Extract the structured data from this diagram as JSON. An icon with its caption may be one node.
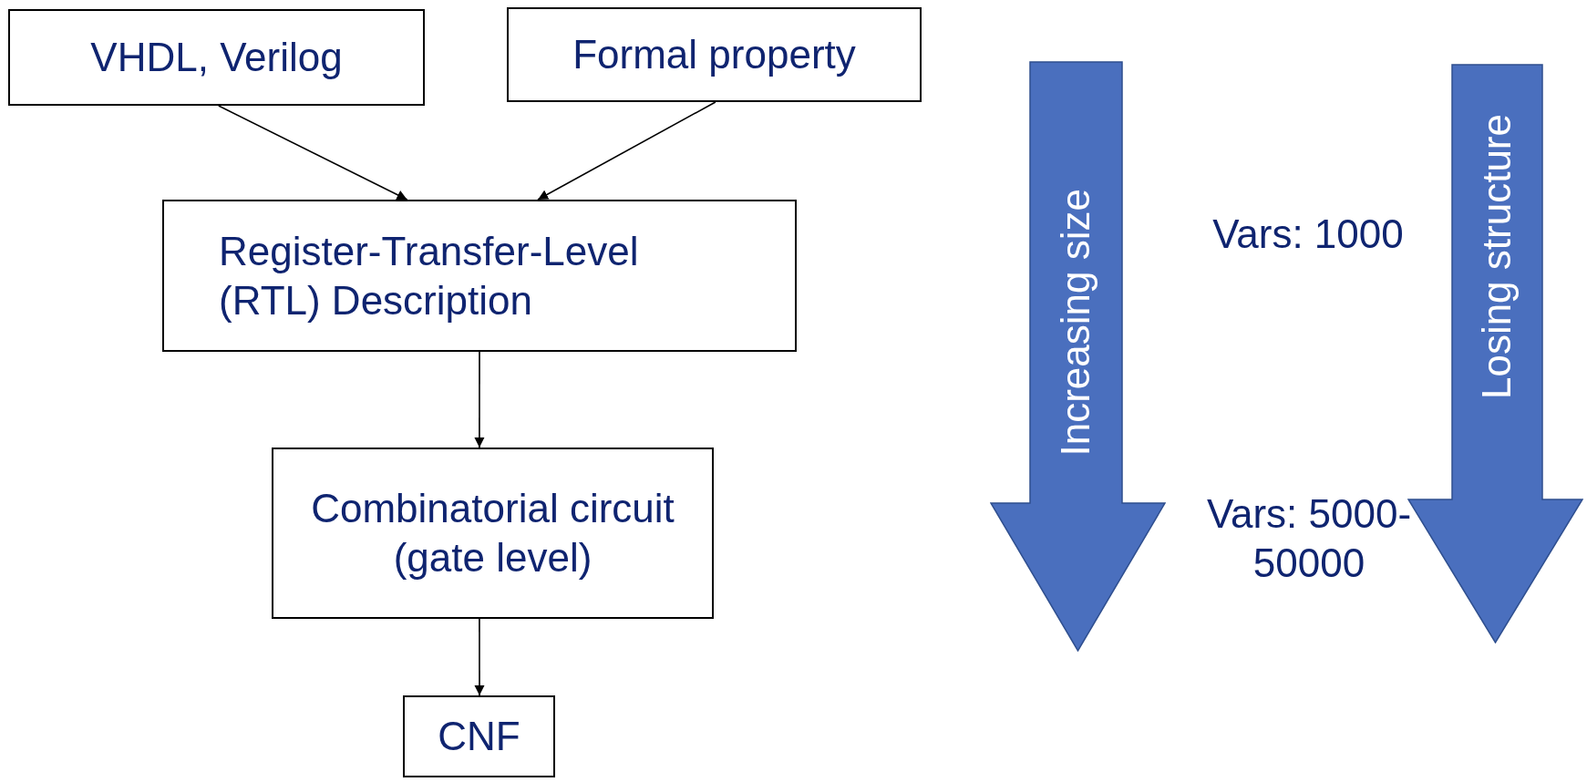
{
  "diagram": {
    "nodes": [
      {
        "text": [
          "VHDL, Verilog"
        ]
      },
      {
        "text": [
          "Formal property"
        ]
      },
      {
        "text": [
          "Register-Transfer-Level (RTL) Description"
        ]
      },
      {
        "text": [
          "Combinatorial circuit (gate level)"
        ]
      },
      {
        "text": [
          "CNF"
        ]
      },
      {
        "text": [
          "Increasing size"
        ]
      },
      {
        "text": [
          "Losing structure"
        ]
      }
    ],
    "edges": [
      {
        "from": 0,
        "to": 2,
        "arrow": "to"
      },
      {
        "from": 1,
        "to": 2,
        "arrow": "to"
      },
      {
        "from": 2,
        "to": 3,
        "arrow": "to"
      },
      {
        "from": 3,
        "to": 4,
        "arrow": "to"
      }
    ],
    "labels": [
      "Vars: 1000",
      "Vars: 5000-50000"
    ]
  }
}
